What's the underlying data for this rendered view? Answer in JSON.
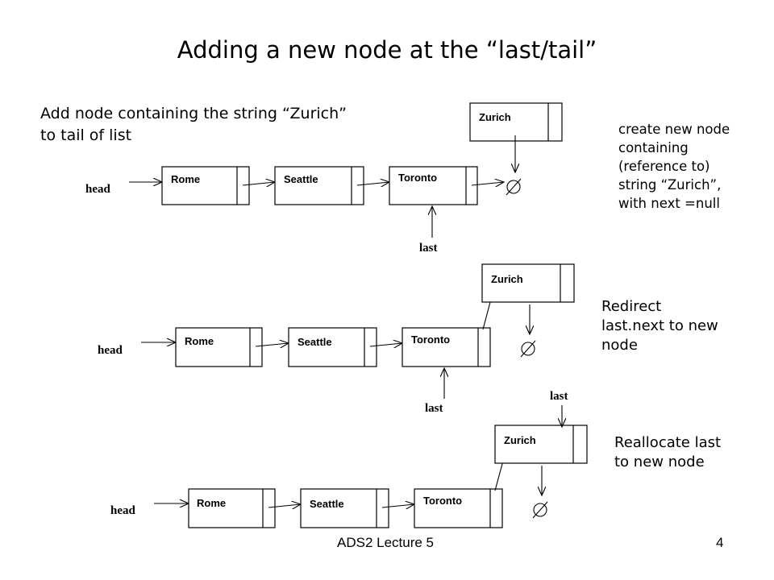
{
  "title": "Adding a new node at the “last/tail”",
  "intro": {
    "line1": "Add node containing the string “Zurich”",
    "line2": "to tail of list"
  },
  "labels": {
    "head": "head",
    "last": "last",
    "null_symbol": "∅"
  },
  "nodes": [
    "Rome",
    "Seattle",
    "Toronto",
    "Zurich"
  ],
  "steps": [
    {
      "note": [
        "create new node",
        "containing",
        "(reference to)",
        "string “Zurich”,",
        "with next =null"
      ]
    },
    {
      "note": [
        "Redirect",
        "last.next to new",
        "node"
      ]
    },
    {
      "note": [
        "Reallocate last",
        "to new node"
      ]
    }
  ],
  "footer": {
    "left": "ADS2 Lecture 5",
    "right": "4"
  }
}
